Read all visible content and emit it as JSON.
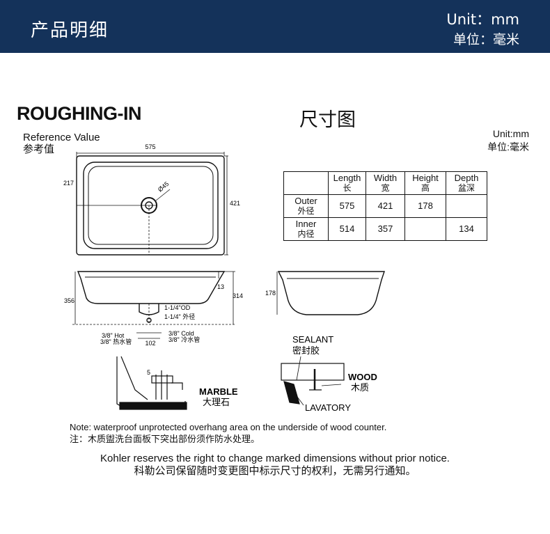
{
  "header": {
    "title": "产品明细",
    "unit_en": "Unit：mm",
    "unit_cn": "单位：毫米"
  },
  "section": {
    "title_en": "ROUGHING-IN",
    "title_cn": "尺寸图",
    "reference_en": "Reference Value",
    "reference_cn": "参考值",
    "unit_en": "Unit:mm",
    "unit_cn": "单位:毫米"
  },
  "table": {
    "headers": [
      {
        "en": "Length",
        "cn": "长"
      },
      {
        "en": "Width",
        "cn": "宽"
      },
      {
        "en": "Height",
        "cn": "高"
      },
      {
        "en": "Depth",
        "cn": "盆深"
      }
    ],
    "rows": [
      {
        "en": "Outer",
        "cn": "外径",
        "values": [
          "575",
          "421",
          "178",
          ""
        ]
      },
      {
        "en": "Inner",
        "cn": "内径",
        "values": [
          "514",
          "357",
          "",
          "134"
        ]
      }
    ]
  },
  "dims": {
    "top_width": "575",
    "top_left": "217",
    "top_right": "421",
    "drain": "Ø45",
    "side_left": "356",
    "side_right": "314",
    "side_small": "13",
    "od": "1-1/4\"OD",
    "outer_pipe": "1-1/4\"  外径",
    "hot": "3/8\" Hot",
    "hot_cn": "3/8\" 热水管",
    "cold": "3/8\" Cold",
    "cold_cn": "3/8\" 冷水管",
    "spacing": "102",
    "front_height": "178",
    "detail_five": "5"
  },
  "callouts": {
    "marble_en": "MARBLE",
    "marble_cn": "大理石",
    "sealant_en": "SEALANT",
    "sealant_cn": "密封胶",
    "wood_en": "WOOD",
    "wood_cn": "木质",
    "lavatory": "LAVATORY"
  },
  "notes": {
    "note_en": "Note: waterproof unprotected overhang area on the underside of wood counter.",
    "note_cn": "注：木质盥洗台面板下突出部份须作防水处理。",
    "kohler_en": "Kohler reserves the right to change marked dimensions without prior notice.",
    "kohler_cn": "科勒公司保留随时变更图中标示尺寸的权利，无需另行通知。"
  }
}
